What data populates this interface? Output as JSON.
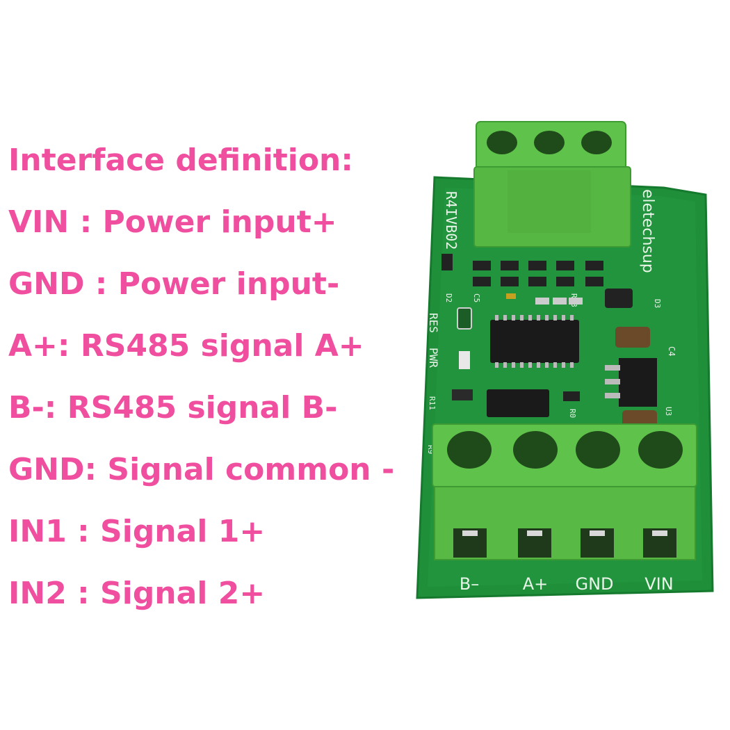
{
  "definitions": {
    "title": "Interface definition:",
    "lines": [
      "VIN : Power input+",
      "GND : Power input-",
      "A+: RS485 signal A+",
      "B-: RS485 signal B-",
      "GND: Signal common -",
      "IN1 : Signal 1+",
      "IN2 : Signal 2+"
    ]
  },
  "board": {
    "model": "R4IVB02",
    "brand": "eletechsup",
    "labels": {
      "res": "RES",
      "pwr": "PWR",
      "r11": "R11",
      "r9": "R9",
      "r0": "R0",
      "c4": "C4",
      "d3": "D3",
      "u3": "U3",
      "c5": "C5",
      "d2": "D2",
      "r13": "R13"
    },
    "terminals": [
      "B–",
      "A+",
      "GND",
      "VIN"
    ]
  },
  "colors": {
    "text": "#ef4f9e",
    "pcb": "#1f8f3a",
    "terminal": "#5fc24a"
  }
}
